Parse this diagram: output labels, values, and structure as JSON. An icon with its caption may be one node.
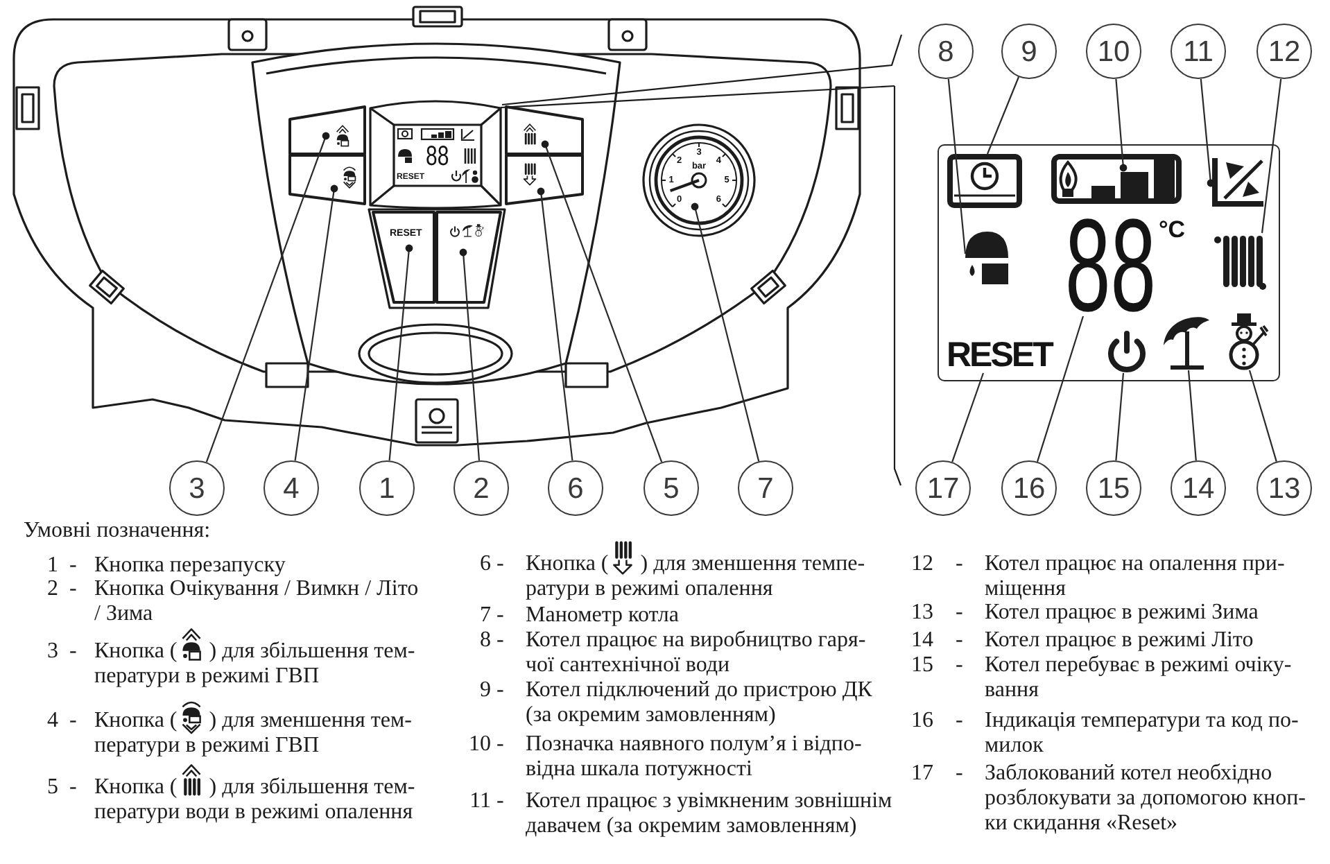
{
  "diagram": {
    "nodes": [
      {
        "text": [],
        "shape": "box"
      },
      {
        "text": [],
        "shape": "box"
      },
      {
        "text": [],
        "shape": "box"
      },
      {
        "text": [],
        "shape": "box"
      },
      {
        "text": [
          "0",
          "1",
          "2",
          "3",
          "4",
          "5",
          "6",
          "bar"
        ]
      },
      {
        "text": [
          "RESET"
        ]
      },
      {
        "text": [],
        "shape": "box"
      },
      {
        "text": [
          "3"
        ]
      },
      {
        "text": [
          "4"
        ]
      },
      {
        "text": [
          "1"
        ]
      },
      {
        "text": [
          "2"
        ]
      },
      {
        "text": [
          "6"
        ]
      },
      {
        "text": [
          "5"
        ]
      },
      {
        "text": [
          "7"
        ]
      },
      {
        "text": [
          "8"
        ]
      },
      {
        "text": [
          "9"
        ]
      },
      {
        "text": [
          "10"
        ]
      },
      {
        "text": [
          "11"
        ]
      },
      {
        "text": [
          "12"
        ]
      },
      {
        "text": [],
        "shape": "box"
      },
      {
        "text": [],
        "shape": "picture",
        "in": 19
      },
      {
        "text": [],
        "shape": "picture",
        "in": 19
      },
      {
        "text": [],
        "shape": "picture",
        "in": 19
      },
      {
        "text": [],
        "shape": "picture",
        "in": 19
      },
      {
        "text": [
          "88"
        ],
        "beside": [
          "°C"
        ],
        "in": 19
      },
      {
        "text": [],
        "shape": "picture",
        "in": 19
      },
      {
        "text": [
          "RESET"
        ],
        "in": 19
      },
      {
        "text": [],
        "shape": "picture",
        "in": 19
      },
      {
        "text": [],
        "shape": "picture",
        "in": 19
      },
      {
        "text": [],
        "shape": "picture",
        "in": 19
      },
      {
        "text": [
          "17"
        ]
      },
      {
        "text": [
          "16"
        ]
      },
      {
        "text": [
          "15"
        ]
      },
      {
        "text": [
          "14"
        ]
      },
      {
        "text": [
          "13"
        ]
      }
    ],
    "edges": [
      {
        "from": 7,
        "to": 0,
        "arrow": "other"
      },
      {
        "from": 8,
        "to": 2,
        "arrow": "other"
      },
      {
        "from": 9,
        "to": 5,
        "arrow": "other"
      },
      {
        "from": 10,
        "to": 6,
        "arrow": "other"
      },
      {
        "from": 11,
        "to": 3,
        "arrow": "other"
      },
      {
        "from": 12,
        "to": 1,
        "arrow": "other"
      },
      {
        "from": 13,
        "to": 4,
        "arrow": "other"
      },
      {
        "from": 14,
        "to": 23,
        "arrow": "none"
      },
      {
        "from": 15,
        "to": 20,
        "arrow": "none"
      },
      {
        "from": 16,
        "to": 21,
        "arrow": "other"
      },
      {
        "from": 17,
        "to": 22,
        "arrow": "other"
      },
      {
        "from": 18,
        "to": 25,
        "arrow": "none"
      },
      {
        "from": 30,
        "to": 26,
        "arrow": "none"
      },
      {
        "from": 31,
        "to": 24,
        "arrow": "none"
      },
      {
        "from": 32,
        "to": 27,
        "arrow": "none"
      },
      {
        "from": 33,
        "to": 28,
        "arrow": "none"
      },
      {
        "from": 34,
        "to": 29,
        "arrow": "none"
      }
    ],
    "labels": [
      "88",
      "RESET",
      "Умовні позначення:",
      "1",
      "-",
      "Кнопка перезапуску",
      "2",
      "-",
      "Кнопка Очікування / Вимкн / Літо / Зима",
      "3",
      "-",
      "Кнопка ( ) для збільшення тем-ператури в режимі ГВП",
      "4",
      "-",
      "Кнопка ( ) для зменшення тем-ператури в режимі ГВП",
      "5",
      "-",
      "Кнопка ( ) для збільшення тем-ператури води в режимі опалення",
      "6",
      "-",
      "Кнопка ( ) для зменшення темпе-ратури в режимі опалення",
      "7",
      "-",
      "Манометр котла",
      "8",
      "-",
      "Котел працює на виробництво гаря-чої сантехнічної води",
      "9",
      "-",
      "Котел підключений до пристрою ДК (за окремим замовленням)",
      "10",
      "-",
      "Позначка наявного полум’я і відпо-відна шкала потужності",
      "11",
      "-",
      "Котел працює з увімкненим зовнішнім давачем (за окремим замовленням)",
      "12",
      "-",
      "Котел працює на опалення при-міщення",
      "13",
      "-",
      "Котел працює в режимі Зима",
      "14",
      "-",
      "Котел працює в режимі Літо",
      "15",
      "-",
      "Котел перебуває в режимі очіку-вання",
      "16",
      "-",
      "Індикація температури та код по-милок",
      "17",
      "-",
      "Заблокований котел необхідно розблокувати за допомогою кноп-ки скидання «Reset»"
    ]
  }
}
